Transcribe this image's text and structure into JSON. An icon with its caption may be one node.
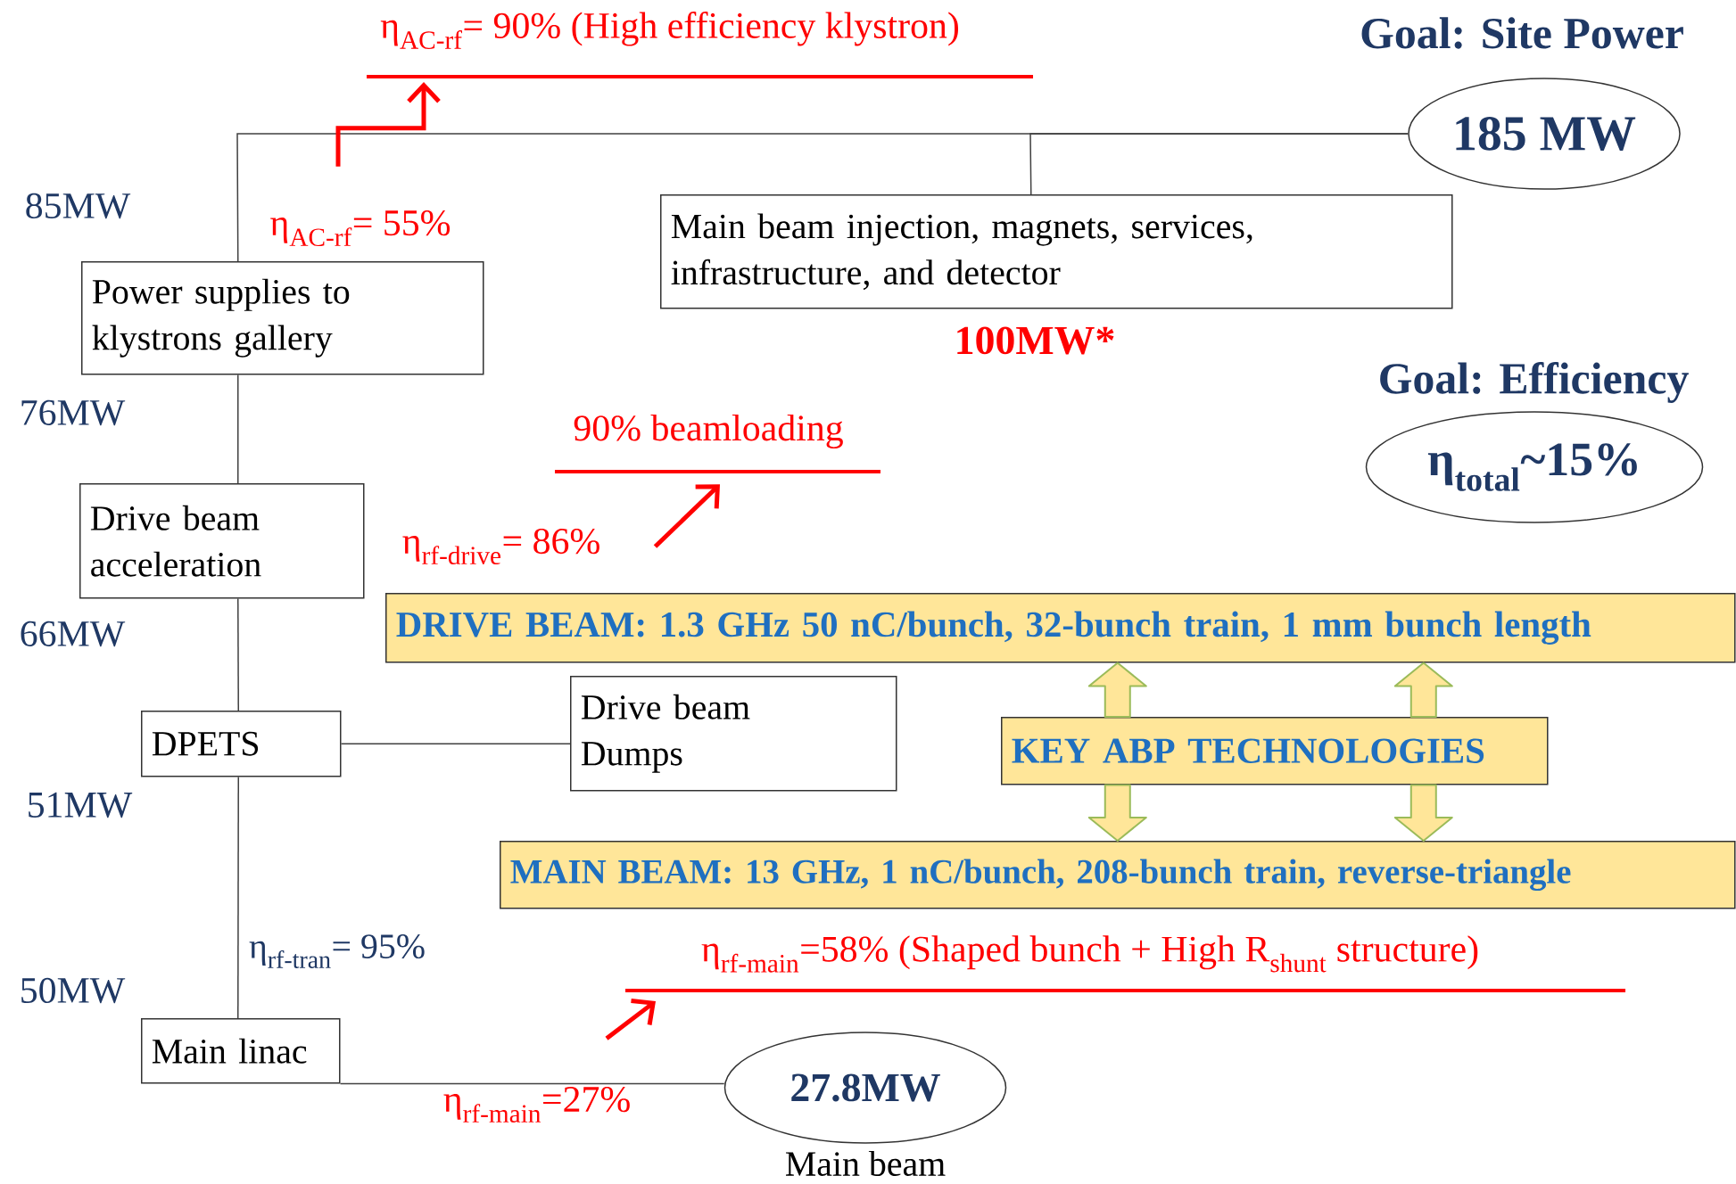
{
  "diagram": {
    "nodes": [
      {
        "text": [
          "185 MW"
        ],
        "beside": [
          "Goal: Site Power"
        ]
      },
      {
        "text": [
          "Power supplies to klystrons gallery"
        ]
      },
      {
        "text": [
          "Main beam injection, magnets, services, infrastructure, and detector"
        ],
        "beside": [
          "100MW*"
        ]
      },
      {
        "text": [
          "Drive beam acceleration"
        ]
      },
      {
        "text": [
          "DPETS"
        ]
      },
      {
        "text": [
          "Drive beam Dumps"
        ]
      },
      {
        "text": [
          "Main linac"
        ]
      },
      {
        "text": [
          "27.8MW"
        ],
        "beside": [
          "Main beam"
        ]
      },
      {
        "text": [
          "η$_{total}$~15%"
        ],
        "beside": [
          "Goal: Efficiency"
        ]
      },
      {
        "text": [
          "DRIVE BEAM: 1.3 GHz 50 nC/bunch, 32-bunch train, 1 mm bunch length"
        ]
      },
      {
        "text": [
          "KEY ABP  TECHNOLOGIES"
        ]
      },
      {
        "text": [
          "MAIN BEAM: 13 GHz, 1 nC/bunch, 208-bunch train, reverse-triangle"
        ]
      },
      {
        "text": [
          "η$_{AC-rf}$= 90% (High efficiency klystron)"
        ]
      },
      {
        "text": [
          "η$_{AC-rf}$= 55%"
        ]
      },
      {
        "text": [
          "90% beamloading"
        ]
      },
      {
        "text": [
          "η$_{rf-drive}$= 86%"
        ]
      },
      {
        "text": [
          "η$_{rf-main}$=58% (Shaped bunch + High R$_{shunt}$ structure)"
        ]
      },
      {
        "text": [
          "η$_{rf-main}$=27%"
        ]
      }
    ],
    "edges": [
      {
        "from": 0,
        "to": 1,
        "arrow": "none"
      },
      {
        "from": 0,
        "to": 2,
        "arrow": "none"
      },
      {
        "from": 1,
        "to": 3,
        "arrow": "none"
      },
      {
        "from": 3,
        "to": 4,
        "arrow": "none"
      },
      {
        "from": 4,
        "to": 5,
        "arrow": "none"
      },
      {
        "from": 4,
        "to": 6,
        "arrow": "none"
      },
      {
        "from": 6,
        "to": 7,
        "arrow": "none"
      },
      {
        "from": 13,
        "to": 12,
        "arrow": "to",
        "style": "thick",
        "color": "#ff0000"
      },
      {
        "from": 15,
        "to": 14,
        "arrow": "to",
        "style": "thick",
        "color": "#ff0000"
      },
      {
        "from": 17,
        "to": 16,
        "arrow": "to",
        "style": "thick",
        "color": "#ff0000"
      },
      {
        "from": 10,
        "to": 9,
        "arrow": "to",
        "style": "thick",
        "color": "#9bbb59"
      },
      {
        "from": 10,
        "to": 9,
        "arrow": "to",
        "style": "thick",
        "color": "#9bbb59"
      },
      {
        "from": 10,
        "to": 11,
        "arrow": "to",
        "style": "thick",
        "color": "#9bbb59"
      },
      {
        "from": 10,
        "to": 11,
        "arrow": "to",
        "style": "thick",
        "color": "#9bbb59"
      }
    ],
    "labels": [
      "85MW",
      "76MW",
      "66MW",
      "51MW",
      "η$_{rf-tran}$= 95%",
      "50MW"
    ]
  }
}
